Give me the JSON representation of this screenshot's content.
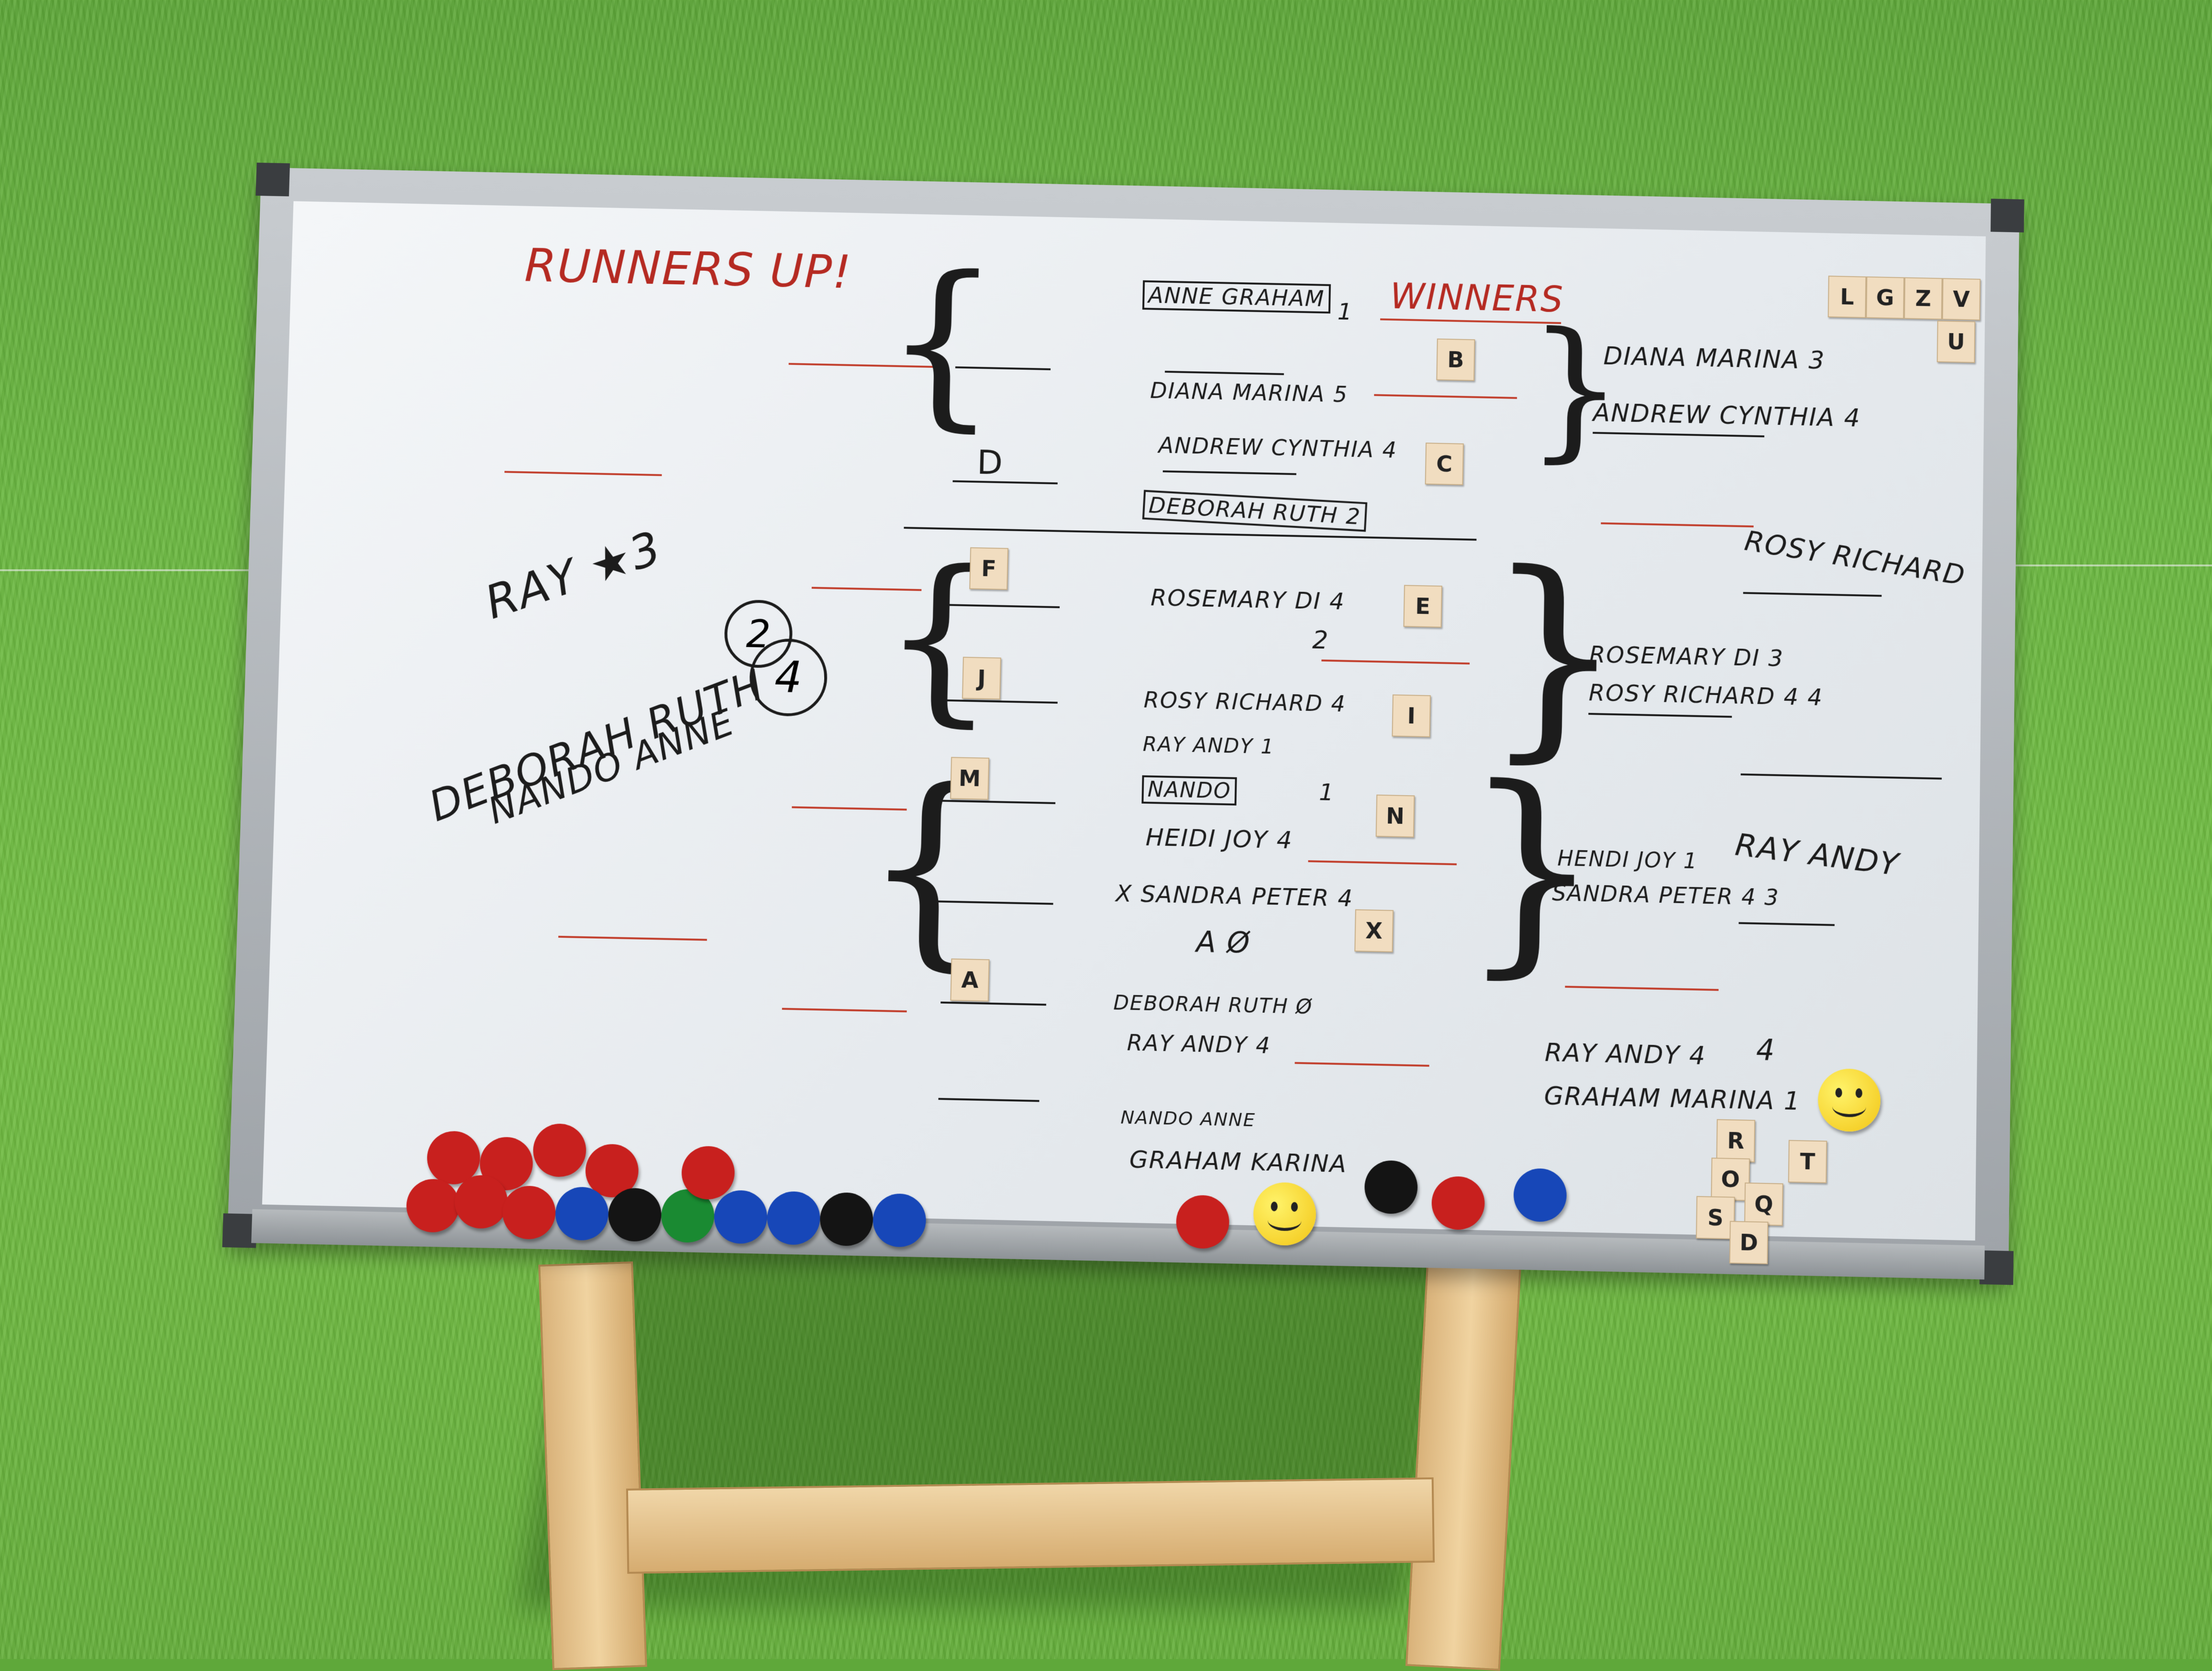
{
  "headings": {
    "runners_up": "RUNNERS UP!",
    "winners": "WINNERS"
  },
  "left": {
    "ray": "RAY ★3",
    "deborah": "DEBORAH RUTH",
    "deborah_score": "2",
    "nando": "NANDO ANNE",
    "nando_score": "4"
  },
  "bracket": {
    "anne_graham": "ANNE GRAHAM",
    "one_a": "1",
    "diana_marina": "DIANA MARINA 5",
    "andrew_cynthia": "ANDREW CYNTHIA 4",
    "deborah_ruth_top": "DEBORAH RUTH 2",
    "rosemary_di": "ROSEMARY DI 4",
    "two": "2",
    "rosy_richard": "ROSY RICHARD 4",
    "ray_andy": "RAY ANDY 1",
    "nando": "NANDO",
    "one_b": "1",
    "heidi_joy": "HEIDI JOY 4",
    "sandra_peter": "X SANDRA PETER 4",
    "a_phi": "A   Ø",
    "deborah_ruth_bottom": "DEBORAH RUTH Ø",
    "ray_andy_bottom": "RAY ANDY 4",
    "nando_anne": "NANDO ANNE",
    "graham_karina": "GRAHAM KARINA",
    "d_letter": "D"
  },
  "right": {
    "diana_marina": "DIANA MARINA 3",
    "andrew_cynthia": "ANDREW CYNTHIA 4",
    "rosy_richard_head": "ROSY RICHARD",
    "rosemary_di": "ROSEMARY DI 3",
    "rosy_richard": "ROSY RICHARD 4 4",
    "ray_andy_head": "RAY ANDY",
    "heidi_joy": "HENDI JOY 1",
    "sandra_peter": "SANDRA PETER 4 3",
    "ray_andy_final": "RAY ANDY 4",
    "graham_marina": "GRAHAM MARINA 1",
    "final_score": "4"
  },
  "tiles": {
    "b": "B",
    "c": "C",
    "f": "F",
    "e": "E",
    "j": "J",
    "i": "I",
    "m": "M",
    "n": "N",
    "x": "X",
    "a": "A",
    "l": "L",
    "g": "G",
    "z": "Z",
    "v": "V",
    "u": "U",
    "r": "R",
    "o": "O",
    "s": "S",
    "q": "Q",
    "d": "D",
    "t": "T"
  },
  "colors": {
    "red": "#c8201e",
    "blue": "#1747b8",
    "black": "#141414",
    "green": "#1a8a32",
    "marker_red": "#b52a22"
  }
}
